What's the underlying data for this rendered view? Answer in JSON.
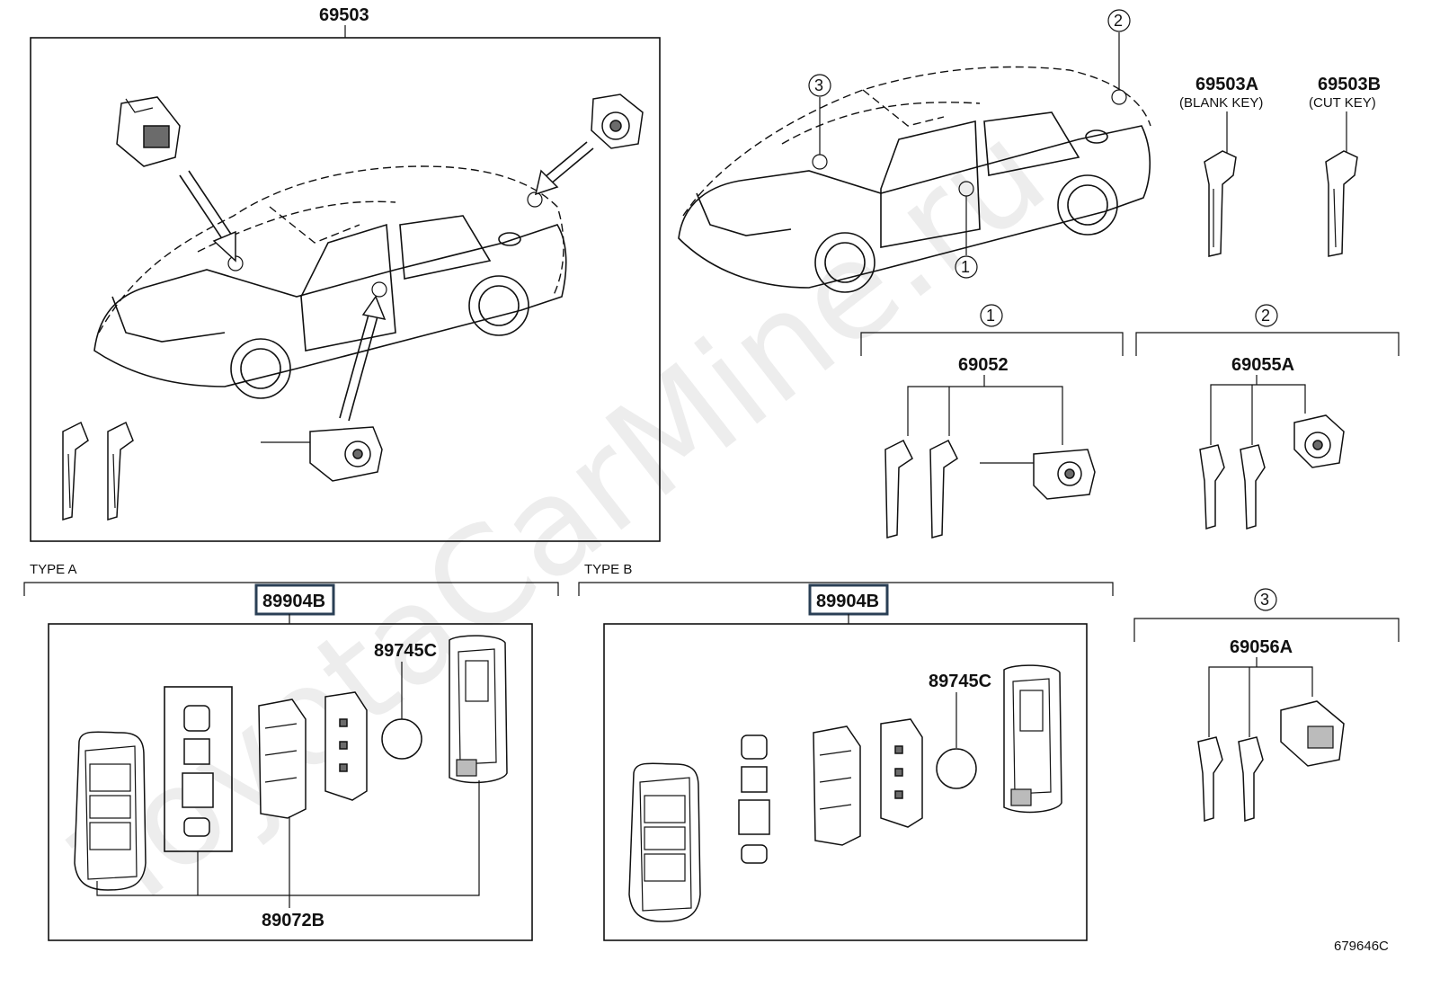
{
  "labels": {
    "main_assembly": "69503",
    "blank_key": "69503A",
    "blank_key_note": "(BLANK KEY)",
    "cut_key": "69503B",
    "cut_key_note": "(CUT KEY)",
    "set_1_part": "69052",
    "set_2_part": "69055A",
    "set_3_part": "69056A",
    "type_a": "TYPE A",
    "type_b": "TYPE B",
    "transmitter_a": "89904B",
    "transmitter_b": "89904B",
    "battery_a": "89745C",
    "battery_b": "89745C",
    "case_a": "89072B",
    "diagram_code": "679646C"
  },
  "callouts": {
    "c1": "1",
    "c2": "2",
    "c3": "3"
  },
  "watermark": "ToyotaCarMine.ru",
  "colors": {
    "highlight_border": "#2a3f55",
    "line": "#111111"
  }
}
